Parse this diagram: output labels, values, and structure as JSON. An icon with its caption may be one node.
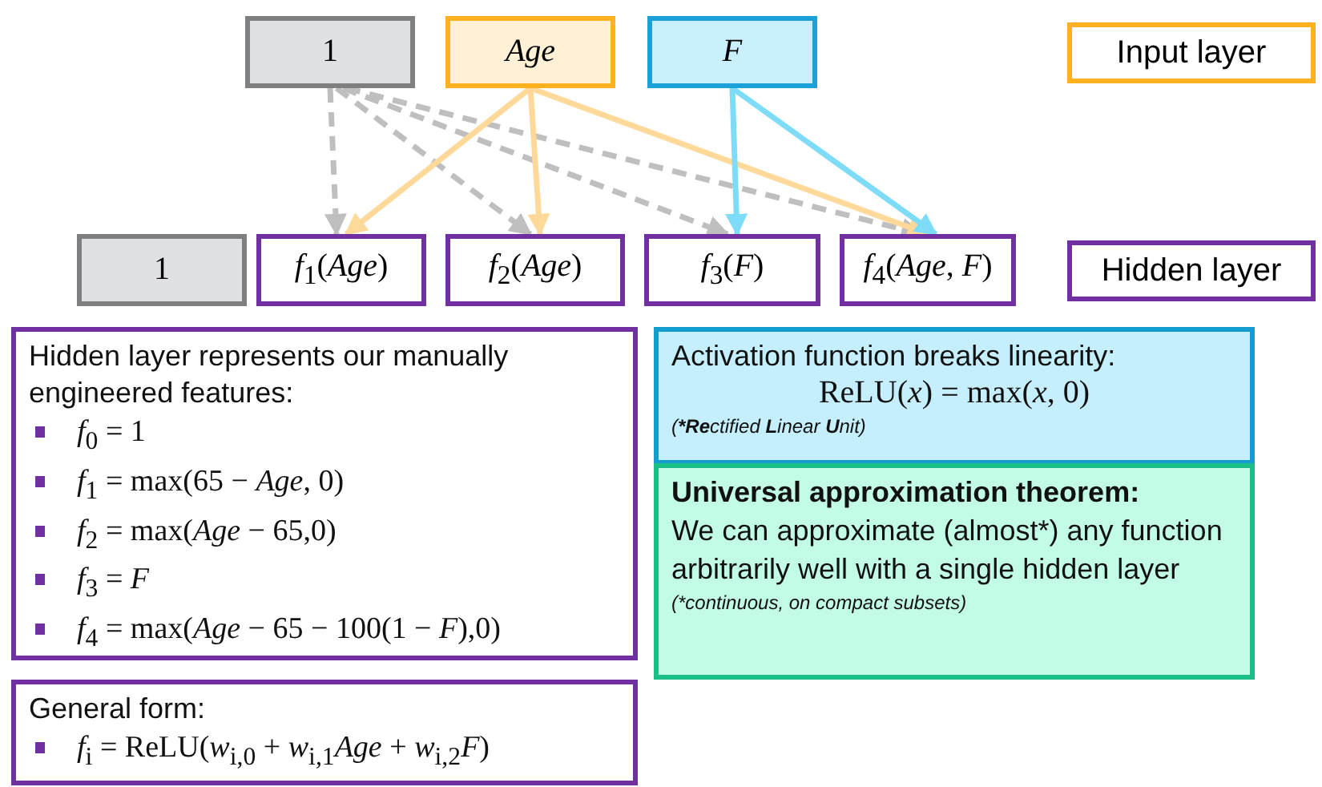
{
  "diagram": {
    "nodes": [
      {
        "text": [
          "1"
        ]
      },
      {
        "text": [
          "*Age*"
        ]
      },
      {
        "text": [
          "*F*"
        ]
      },
      {
        "text": [
          "Input layer"
        ]
      },
      {
        "text": [
          "1"
        ]
      },
      {
        "text": [
          "*f*$_{1}$(*Age*)"
        ]
      },
      {
        "text": [
          "*f*$_{2}$(*Age*)"
        ]
      },
      {
        "text": [
          "*f*$_{3}$(*F*)"
        ]
      },
      {
        "text": [
          "*f*$_{4}$(*Age*, *F*)"
        ]
      },
      {
        "text": [
          "Hidden layer"
        ]
      },
      {
        "text": [
          "Hidden layer represents our manually engineered features:",
          "*f*$_{0}$ = 1",
          "*f*$_{1}$ = max(65 − *Age*, 0)",
          "*f*$_{2}$ = max(*Age* − 65,0)",
          "*f*$_{3}$ = *F*",
          "*f*$_{4}$ = max(*Age* − 65 − 100(1 − *F*),0)"
        ]
      },
      {
        "text": [
          "Activation function breaks linearity:",
          "ReLU(*x*) = max(*x*, 0)",
          "(***Re**ctified **L**inear **U**nit)"
        ]
      },
      {
        "text": [
          "Universal approximation theorem:",
          "We can approximate (almost*) any function arbitrarily well with a single hidden layer",
          "(*continuous, on compact subsets)"
        ]
      },
      {
        "text": [
          "General form:",
          "*f*$_{i}$ = ReLU(*w*$_{i,0}$ + *w*$_{i,1}$*Age* + *w*$_{i,2}$*F*)"
        ]
      }
    ],
    "edges": [
      {
        "from": 0,
        "to": 5,
        "arrow": "to",
        "style": "dashed",
        "color": "#bfbfbf"
      },
      {
        "from": 0,
        "to": 6,
        "arrow": "to",
        "style": "dashed",
        "color": "#bfbfbf"
      },
      {
        "from": 0,
        "to": 7,
        "arrow": "to",
        "style": "dashed",
        "color": "#bfbfbf"
      },
      {
        "from": 0,
        "to": 8,
        "arrow": "to",
        "style": "dashed",
        "color": "#bfbfbf"
      },
      {
        "from": 1,
        "to": 5,
        "arrow": "to",
        "color": "#ffd999"
      },
      {
        "from": 1,
        "to": 6,
        "arrow": "to",
        "color": "#ffd999"
      },
      {
        "from": 1,
        "to": 8,
        "arrow": "to",
        "color": "#ffd999"
      },
      {
        "from": 2,
        "to": 7,
        "arrow": "to",
        "color": "#7fdcf8"
      },
      {
        "from": 2,
        "to": 8,
        "arrow": "to",
        "color": "#7fdcf8"
      }
    ]
  }
}
